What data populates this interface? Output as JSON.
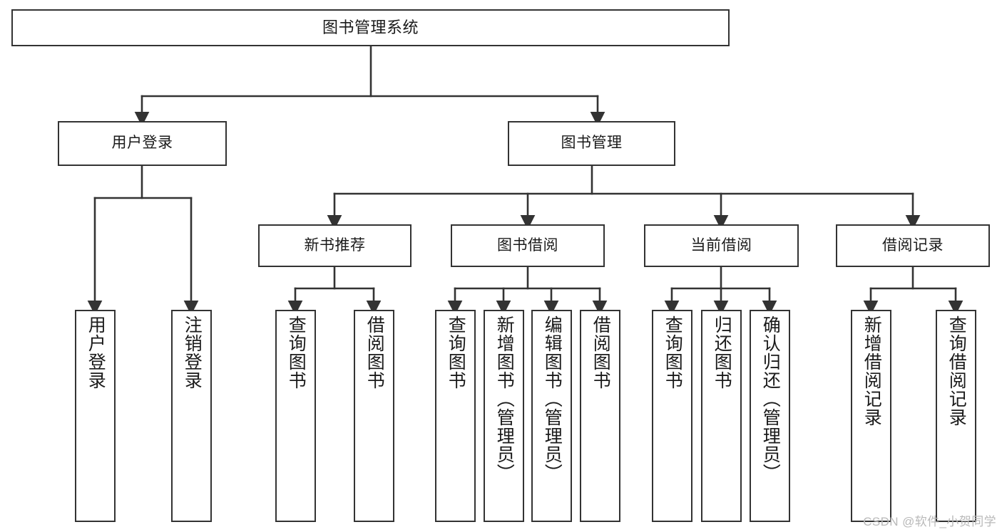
{
  "diagram": {
    "title": "图书管理系统",
    "type": "tree-hierarchy",
    "colors": {
      "box_border": "#333333",
      "box_fill": "#ffffff",
      "edge": "#333333",
      "text": "#1a1a1a",
      "watermark": "#b9b9b9",
      "background": "#ffffff"
    },
    "root": {
      "label": "图书管理系统"
    },
    "level2": [
      {
        "label": "用户登录"
      },
      {
        "label": "图书管理"
      }
    ],
    "level3": [
      {
        "label": "新书推荐"
      },
      {
        "label": "图书借阅"
      },
      {
        "label": "当前借阅"
      },
      {
        "label": "借阅记录"
      }
    ],
    "leaves": {
      "user_login": [
        {
          "label": "用户登录"
        },
        {
          "label": "注销登录"
        }
      ],
      "new_book_recommend": [
        {
          "label": "查询图书"
        },
        {
          "label": "借阅图书"
        }
      ],
      "book_borrow": [
        {
          "label": "查询图书"
        },
        {
          "label": "新增图书（管理员）"
        },
        {
          "label": "编辑图书（管理员）"
        },
        {
          "label": "借阅图书"
        }
      ],
      "current_borrow": [
        {
          "label": "查询图书"
        },
        {
          "label": "归还图书"
        },
        {
          "label": "确认归还（管理员）"
        }
      ],
      "borrow_record": [
        {
          "label": "新增借阅记录"
        },
        {
          "label": "查询借阅记录"
        }
      ]
    }
  },
  "watermark": {
    "text": "CSDN @软件_小贺同学"
  }
}
